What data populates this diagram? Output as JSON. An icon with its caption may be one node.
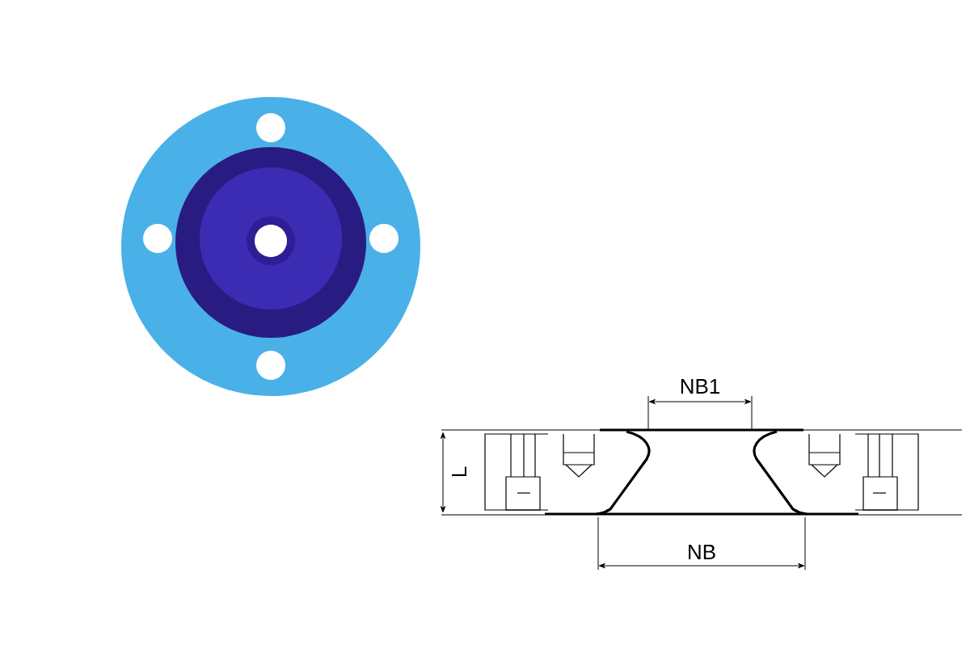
{
  "diagram": {
    "labels": [
      "NB1",
      "L",
      "NB"
    ]
  }
}
